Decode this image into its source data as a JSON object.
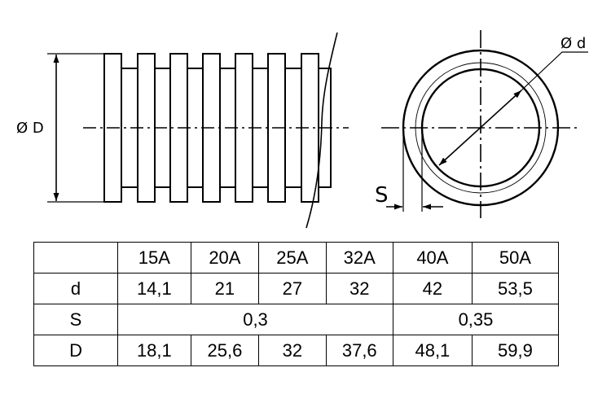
{
  "drawing": {
    "label_outer_diameter": "Ø D",
    "label_inner_diameter": "Ø d",
    "label_wall": "S"
  },
  "table": {
    "header": [
      "",
      "15A",
      "20A",
      "25A",
      "32A",
      "40A",
      "50A"
    ],
    "rows": [
      {
        "name": "d",
        "cells": [
          "14,1",
          "21",
          "27",
          "32",
          "42",
          "53,5"
        ]
      },
      {
        "name": "S",
        "cells": [
          "0,3",
          "0,35"
        ]
      },
      {
        "name": "D",
        "cells": [
          "18,1",
          "25,6",
          "32",
          "37,6",
          "48,1",
          "59,9"
        ]
      }
    ]
  }
}
